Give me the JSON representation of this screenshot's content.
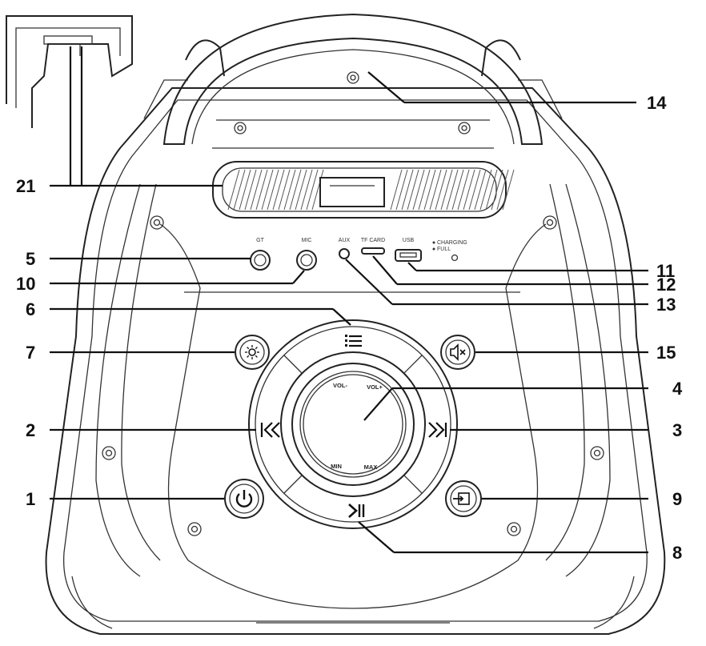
{
  "diagram": {
    "callouts": [
      {
        "number": "1",
        "part": "power-button"
      },
      {
        "number": "2",
        "part": "previous-button"
      },
      {
        "number": "3",
        "part": "next-button"
      },
      {
        "number": "4",
        "part": "volume-knob"
      },
      {
        "number": "5",
        "part": "guitar-input-jack"
      },
      {
        "number": "6",
        "part": "mode-button"
      },
      {
        "number": "7",
        "part": "light-button"
      },
      {
        "number": "8",
        "part": "play-pause-button"
      },
      {
        "number": "9",
        "part": "input-source-button"
      },
      {
        "number": "10",
        "part": "mic-input-jack"
      },
      {
        "number": "11",
        "part": "usb-port"
      },
      {
        "number": "12",
        "part": "tf-card-slot"
      },
      {
        "number": "13",
        "part": "aux-input-jack"
      },
      {
        "number": "14",
        "part": "carry-handle"
      },
      {
        "number": "15",
        "part": "mute-button"
      },
      {
        "number": "21",
        "part": "phone-holder-slot"
      }
    ],
    "panel_labels": {
      "jack5": "GT",
      "jack10": "MIC",
      "aux": "AUX",
      "tf": "TF CARD",
      "usb": "USB",
      "status_line1": "CHARGING",
      "status_line2": "FULL"
    },
    "knob_labels": {
      "vol_minus": "VOL-",
      "vol_plus": "VOL+",
      "min": "MIN",
      "max": "MAX"
    },
    "icons": [
      "power-icon",
      "previous-icon",
      "next-icon",
      "menu-icon",
      "light-icon",
      "mute-icon",
      "play-pause-icon",
      "input-source-icon"
    ]
  }
}
